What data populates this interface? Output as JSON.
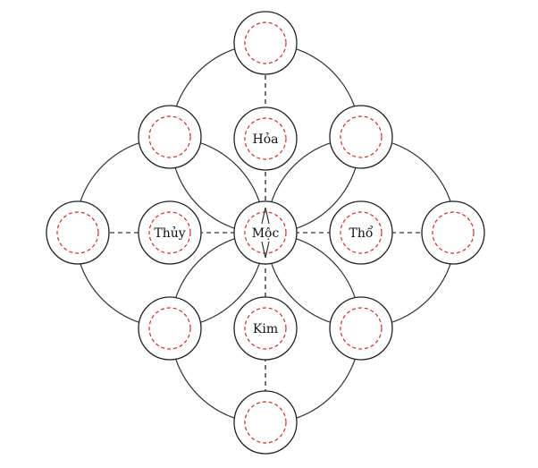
{
  "colors": {
    "outer_stroke": "#222222",
    "inner_dashed": "#e02020",
    "axis_dashed": "#000000",
    "arc_stroke": "#333333"
  },
  "labels": {
    "fire": "Hỏa",
    "wood": "Mộc",
    "water": "Thủy",
    "earth": "Thổ",
    "metal": "Kim"
  }
}
